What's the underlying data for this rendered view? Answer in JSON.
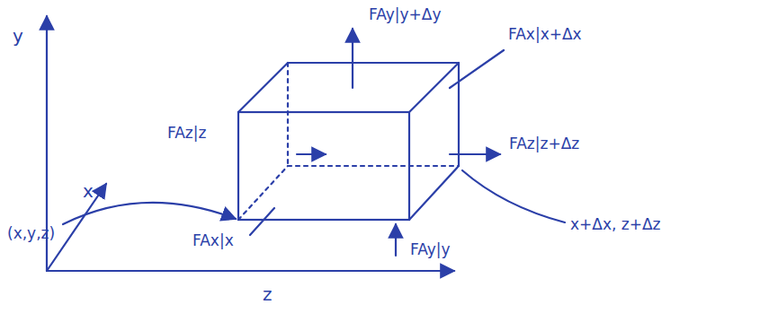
{
  "diagram": {
    "labels": [
      "FAy|y+Δy",
      "FAx|x+Δx",
      "y",
      "FAz|z",
      "FAz|z+Δz",
      "(x,y,z)",
      "x",
      "FAx|x",
      "FAy|y",
      "x+Δx, z+Δz",
      "z"
    ]
  }
}
